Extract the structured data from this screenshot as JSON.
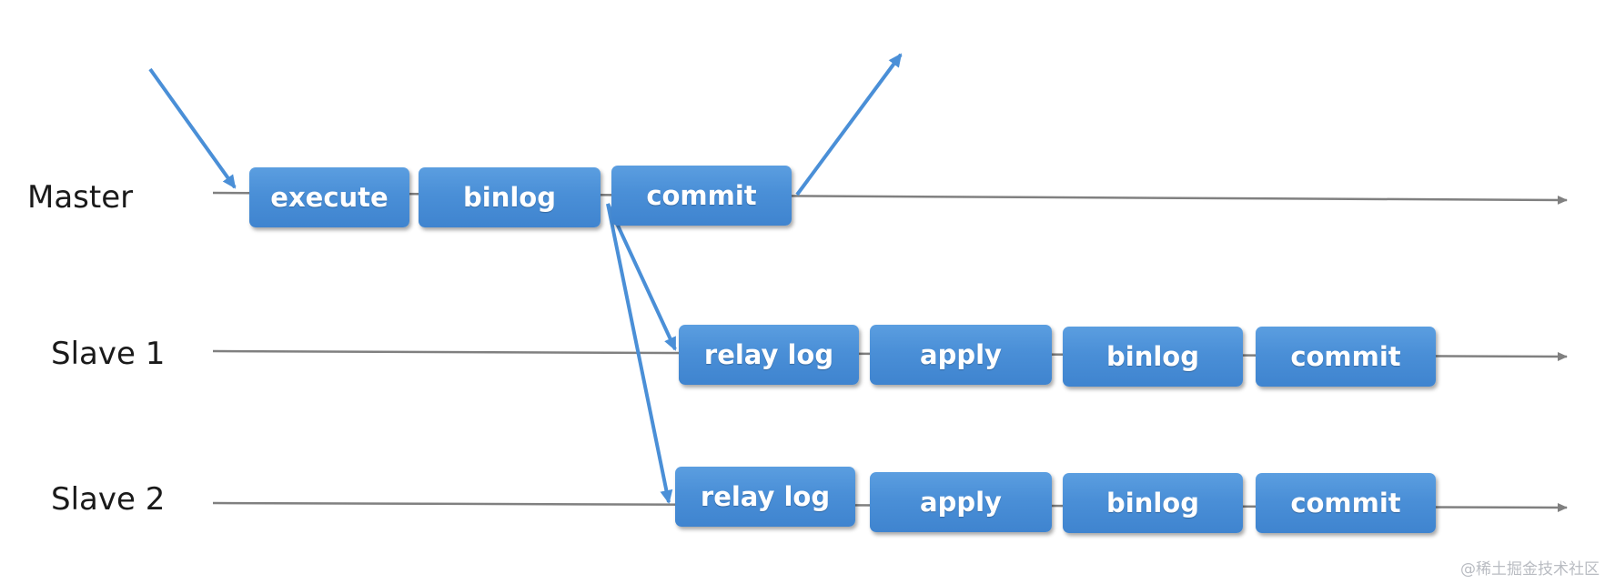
{
  "labels": {
    "master": "Master",
    "slave1": "Slave 1",
    "slave2": "Slave 2"
  },
  "master_steps": [
    "execute",
    "binlog",
    "commit"
  ],
  "slave1_steps": [
    "relay log",
    "apply",
    "binlog",
    "commit"
  ],
  "slave2_steps": [
    "relay log",
    "apply",
    "binlog",
    "commit"
  ],
  "watermark": "@稀土掘金技术社区",
  "colors": {
    "box_fill": "#4a8fd7",
    "arrow_blue": "#4a8fd7",
    "timeline_gray": "#808080",
    "text_dark": "#1a1a1a"
  }
}
